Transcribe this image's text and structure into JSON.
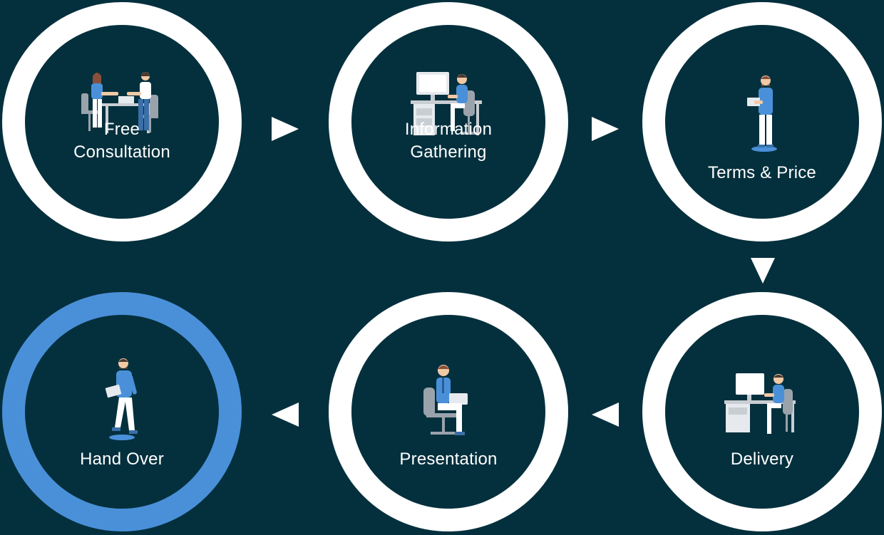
{
  "diagram": {
    "steps": [
      {
        "id": "free-consultation",
        "label_line1": "Free",
        "label_line2": "Consultation",
        "icon": "two-people-meeting-at-desk-icon"
      },
      {
        "id": "information-gathering",
        "label_line1": "Information",
        "label_line2": "Gathering",
        "icon": "person-at-computer-desk-icon"
      },
      {
        "id": "terms-price",
        "label": "Terms & Price",
        "icon": "person-holding-tablet-icon"
      },
      {
        "id": "delivery",
        "label": "Delivery",
        "icon": "person-at-workstation-icon"
      },
      {
        "id": "presentation",
        "label": "Presentation",
        "icon": "person-seated-with-laptop-icon"
      },
      {
        "id": "hand-over",
        "label": "Hand Over",
        "icon": "person-walking-with-folder-icon",
        "highlighted": true
      }
    ],
    "flow_arrows": [
      "right",
      "right",
      "down",
      "left",
      "left"
    ]
  },
  "colors": {
    "background": "#04303d",
    "ring": "#ffffff",
    "active_ring": "#4a90d9",
    "figure_blue": "#4a90d9",
    "figure_light": "#ffffff",
    "furniture_grey": "#c9ced3"
  }
}
